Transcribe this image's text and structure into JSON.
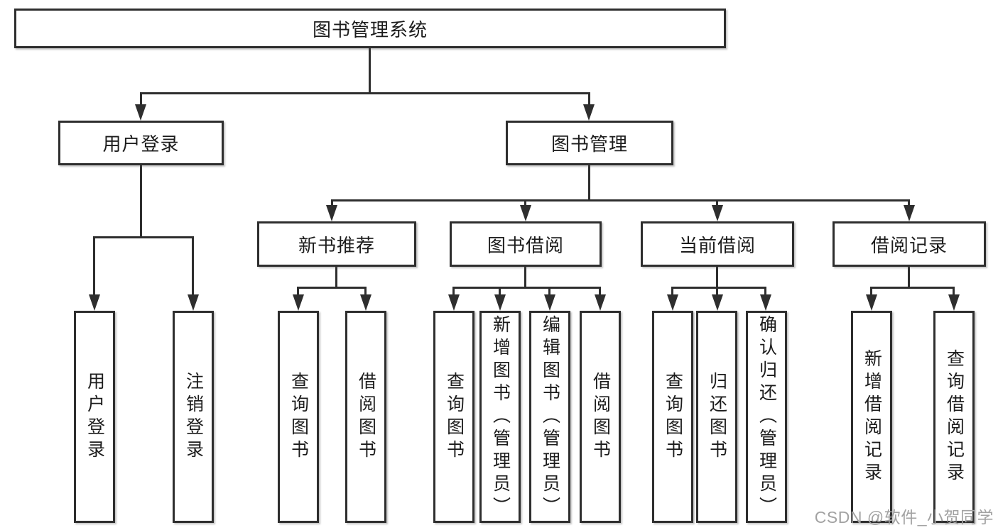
{
  "diagram": {
    "root": {
      "label": "图书管理系统"
    },
    "level2": {
      "user_login": {
        "label": "用户登录"
      },
      "book_management": {
        "label": "图书管理"
      }
    },
    "level3": {
      "new_book_recommend": {
        "label": "新书推荐"
      },
      "book_borrow": {
        "label": "图书借阅"
      },
      "current_borrow": {
        "label": "当前借阅"
      },
      "borrow_records": {
        "label": "借阅记录"
      }
    },
    "leaves": {
      "user_login": [
        "用户登录",
        "注销登录"
      ],
      "new_book_recommend": [
        "查询图书",
        "借阅图书"
      ],
      "book_borrow": [
        "查询图书",
        "新增图书（管理员）",
        "编辑图书（管理员）",
        "借阅图书"
      ],
      "current_borrow": [
        "查询图书",
        "归还图书",
        "确认归还（管理员）"
      ],
      "borrow_records": [
        "新增借阅记录",
        "查询借阅记录"
      ]
    },
    "watermark": "CSDN @软件_小贺同学",
    "colors": {
      "line": "#2e2e2e",
      "text": "#1c1c1c",
      "watermark": "#a2a2a2",
      "background": "#ffffff"
    }
  }
}
